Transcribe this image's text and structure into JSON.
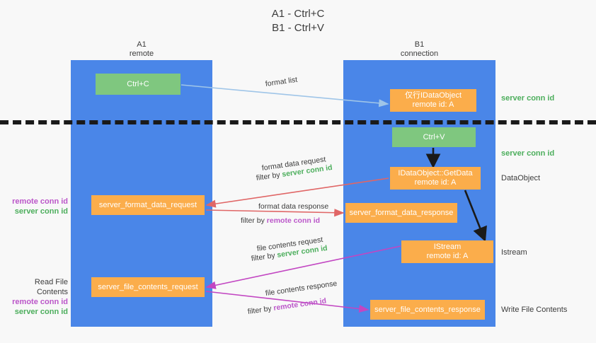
{
  "title": "A1 - Ctrl+C\nB1 - Ctrl+V",
  "columns": {
    "left": {
      "header": "A1\nremote"
    },
    "right": {
      "header": "B1\nconnection"
    }
  },
  "boxes": {
    "ctrl_c": {
      "label": "Ctrl+C",
      "color": "#7fc77f"
    },
    "idataobject": {
      "label": "仅行IDataObject\nremote id: A",
      "color": "#fbad4b"
    },
    "ctrl_v": {
      "label": "Ctrl+V",
      "color": "#7fc77f"
    },
    "getdata": {
      "label": "IDataObject::GetData\nremote id: A",
      "color": "#fbad4b"
    },
    "format_data_request": {
      "label": "server_format_data_request",
      "color": "#fbad4b"
    },
    "format_data_response": {
      "label": "server_format_data_response",
      "color": "#fbad4b"
    },
    "istream": {
      "label": "IStream\nremote id: A",
      "color": "#fbad4b"
    },
    "file_contents_request": {
      "label": "server_file_contents_request",
      "color": "#fbad4b"
    },
    "file_contents_response": {
      "label": "server_file_contents_response",
      "color": "#fbad4b"
    }
  },
  "connectors": {
    "format_list": {
      "caption": "format list"
    },
    "format_data_request": {
      "caption": "format data request",
      "filter_prefix": "filter by ",
      "filter_target": "server conn id"
    },
    "format_data_response": {
      "caption": "format data response",
      "filter_prefix": "filter by ",
      "filter_target": "remote conn id"
    },
    "file_contents_request": {
      "caption": "file contents request",
      "filter_prefix": "filter by ",
      "filter_target": "server conn id"
    },
    "file_contents_response": {
      "caption": "file contents response",
      "filter_prefix": "filter by ",
      "filter_target": "remote conn id"
    }
  },
  "annotations": {
    "right": {
      "server_conn_id_top": "server conn id",
      "server_conn_id_middle": "server conn id",
      "dataobject": "DataObject",
      "istream": "Istream",
      "write_file_contents": "Write File Contents"
    },
    "left": {
      "read_file_contents": "Read File Contents",
      "remote_conn_id": "remote conn id",
      "server_conn_id": "server conn id"
    }
  },
  "colors": {
    "lane": "#4a86e8",
    "green_box": "#7fc77f",
    "orange_box": "#fbad4b",
    "green_text": "#4cae5c",
    "purple_text": "#bb56c9",
    "blue_arrow": "#9fc5e8",
    "red_arrow": "#e06666",
    "magenta_arrow": "#c246c2",
    "black_arrow": "#1a1a1a",
    "background": "#f8f8f8"
  }
}
